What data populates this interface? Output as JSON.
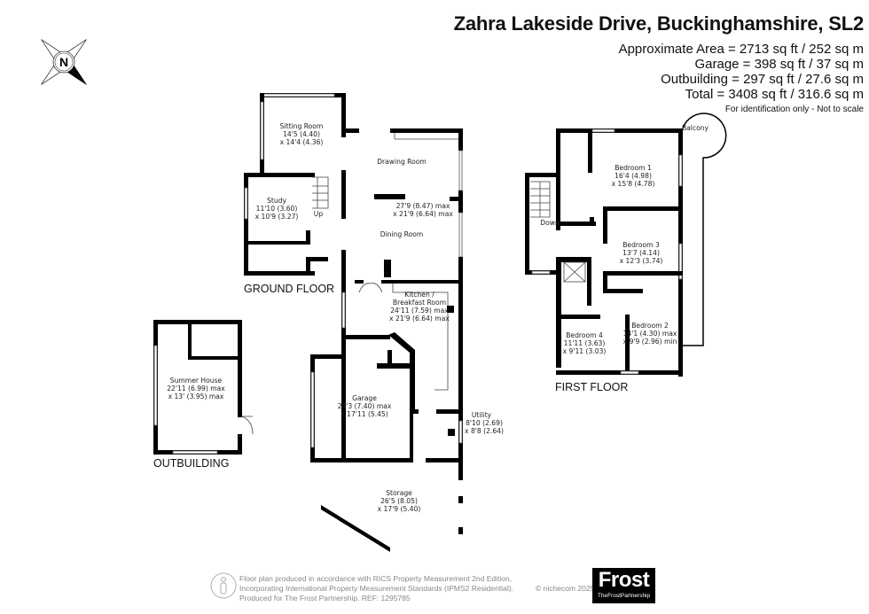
{
  "header": {
    "title": "Zahra Lakeside Drive, Buckinghamshire, SL2",
    "stats": [
      "Approximate Area = 2713 sq ft / 252 sq m",
      "Garage = 398 sq ft / 37 sq m",
      "Outbuilding = 297 sq ft / 27.6 sq m",
      "Total = 3408 sq ft / 316.6 sq m"
    ],
    "note": "For identification only - Not to scale"
  },
  "compass": {
    "icon": "compass-north-icon",
    "letter": "N"
  },
  "ground_floor": {
    "label": "GROUND FLOOR",
    "rooms": {
      "sitting": [
        "Sitting Room",
        "14'5 (4.40)",
        "x 14'4 (4.36)"
      ],
      "study": [
        "Study",
        "11'10 (3.60)",
        "x 10'9 (3.27)"
      ],
      "drawing": [
        "Drawing Room"
      ],
      "drawing_dims": [
        "27'9 (8.47) max",
        "x 21'9 (6.64) max"
      ],
      "dining": [
        "Dining Room"
      ],
      "kitchen": [
        "Kitchen /",
        "Breakfast Room",
        "24'11 (7.59) max",
        "x 21'9 (6.64) max"
      ],
      "garage": [
        "Garage",
        "24'3 (7.40) max",
        "x 17'11 (5.45)"
      ],
      "utility": [
        "Utility",
        "8'10 (2.69)",
        "x 8'8 (2.64)"
      ],
      "storage": [
        "Storage",
        "26'5 (8.05)",
        "x 17'9 (5.40)"
      ]
    },
    "stairs_label": "Up"
  },
  "outbuilding": {
    "label": "OUTBUILDING",
    "rooms": {
      "summer": [
        "Summer House",
        "22'11 (6.99) max",
        "x 13' (3.95) max"
      ]
    }
  },
  "first_floor": {
    "label": "FIRST FLOOR",
    "stairs_label": "Down",
    "rooms": {
      "balcony": [
        "Balcony"
      ],
      "bed1": [
        "Bedroom 1",
        "16'4 (4.98)",
        "x 15'8 (4.78)"
      ],
      "bed3": [
        "Bedroom 3",
        "13'7 (4.14)",
        "x 12'3 (3.74)"
      ],
      "bed2": [
        "Bedroom 2",
        "14'1 (4.30) max",
        "x 9'9 (2.96) min"
      ],
      "bed4": [
        "Bedroom 4",
        "11'11 (3.63)",
        "x 9'11 (3.03)"
      ]
    }
  },
  "footer": {
    "lines": [
      "Floor plan produced in accordance with RICS Property Measurement 2nd Edition,",
      "Incorporating International Property Measurement Standards (IPMS2 Residential).",
      "Produced for The Frost Partnership.   REF:  1295785"
    ],
    "copyright": "© nichecom 2025.",
    "icon": "person-icon",
    "logo": {
      "main": "Frost",
      "sub": "TheFrostPartnership"
    }
  }
}
